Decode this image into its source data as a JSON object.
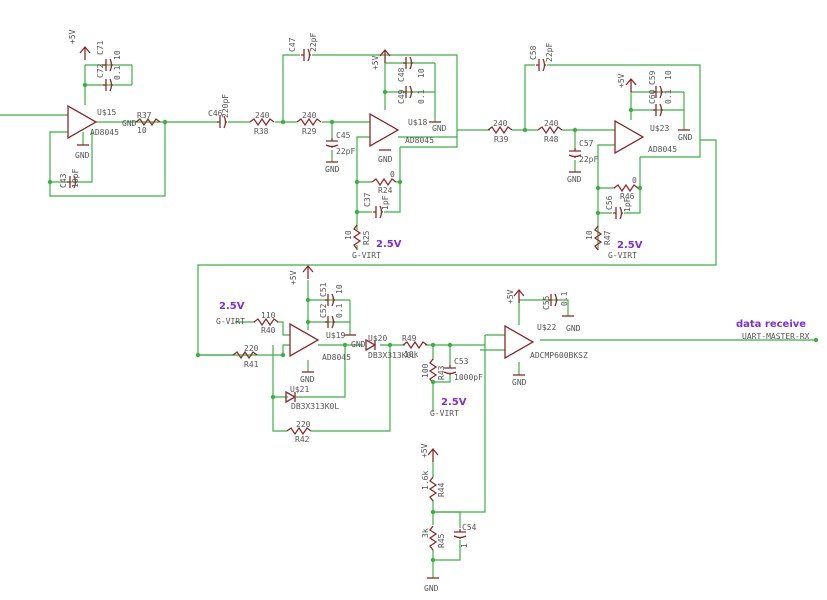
{
  "notes": {
    "v25": "2.5V",
    "data_receive": "data receive"
  },
  "nets": {
    "vdd": "+5V",
    "gnd": "GND",
    "gvirt": "G-VIRT",
    "gvirt_alt": "G-VIRT",
    "uart": "UART-MASTER-RX"
  },
  "opamps": {
    "u15": "U$15",
    "u18": "U$18",
    "u23": "U$23",
    "u19": "U$19",
    "u21": "U$21",
    "u20": "U$20",
    "u22": "U$22",
    "ad8045": "AD8045",
    "cmp": "ADCMP600BKSZ",
    "diode": "DB3X313K0L"
  },
  "parts": {
    "c71": "C71",
    "c71v": "10",
    "c72": "C72",
    "c72v": "0.1",
    "c43": "C43",
    "c43v": "10pF",
    "r37": "R37",
    "r37v": "10",
    "c46": "C46",
    "c46v": "220pF",
    "r38": "R38",
    "r38v": "240",
    "r29": "R29",
    "r29v": "240",
    "c47": "C47",
    "c47v": "22pF",
    "c45": "C45",
    "c45v": "22pF",
    "c48": "C48",
    "c48v": "10",
    "c49": "C49",
    "c49v": "0.1",
    "r24": "R24",
    "r24v": "0",
    "c37": "C37",
    "c37v": "1pF",
    "r25": "R25",
    "r25v": "10",
    "r39": "R39",
    "r39v": "240",
    "r48": "R48",
    "r48v": "240",
    "c58": "C58",
    "c58v": "22pF",
    "c57": "C57",
    "c57v": "22pF",
    "c59": "C59",
    "c59v": "10",
    "c60": "C60",
    "c60v": "0.1",
    "r46": "R46",
    "r46v": "0",
    "c56": "C56",
    "c56v": "1pF",
    "r47": "R47",
    "r47v": "10",
    "r40": "R40",
    "r40v": "110",
    "r41": "R41",
    "r41v": "220",
    "c51": "C51",
    "c51v": "10",
    "c52": "C52",
    "c52v": "0.1",
    "r42": "R42",
    "r42v": "220",
    "r49": "R49",
    "r49v": "10k",
    "r43": "R43",
    "r43v": "100",
    "c53": "C53",
    "c53v": "1000pF",
    "c55": "C55",
    "c55v": "0.1",
    "r44": "R44",
    "r44v": "1.6k",
    "r45": "R45",
    "r45v": "3k",
    "c54": "C54",
    "c54v": "1"
  }
}
